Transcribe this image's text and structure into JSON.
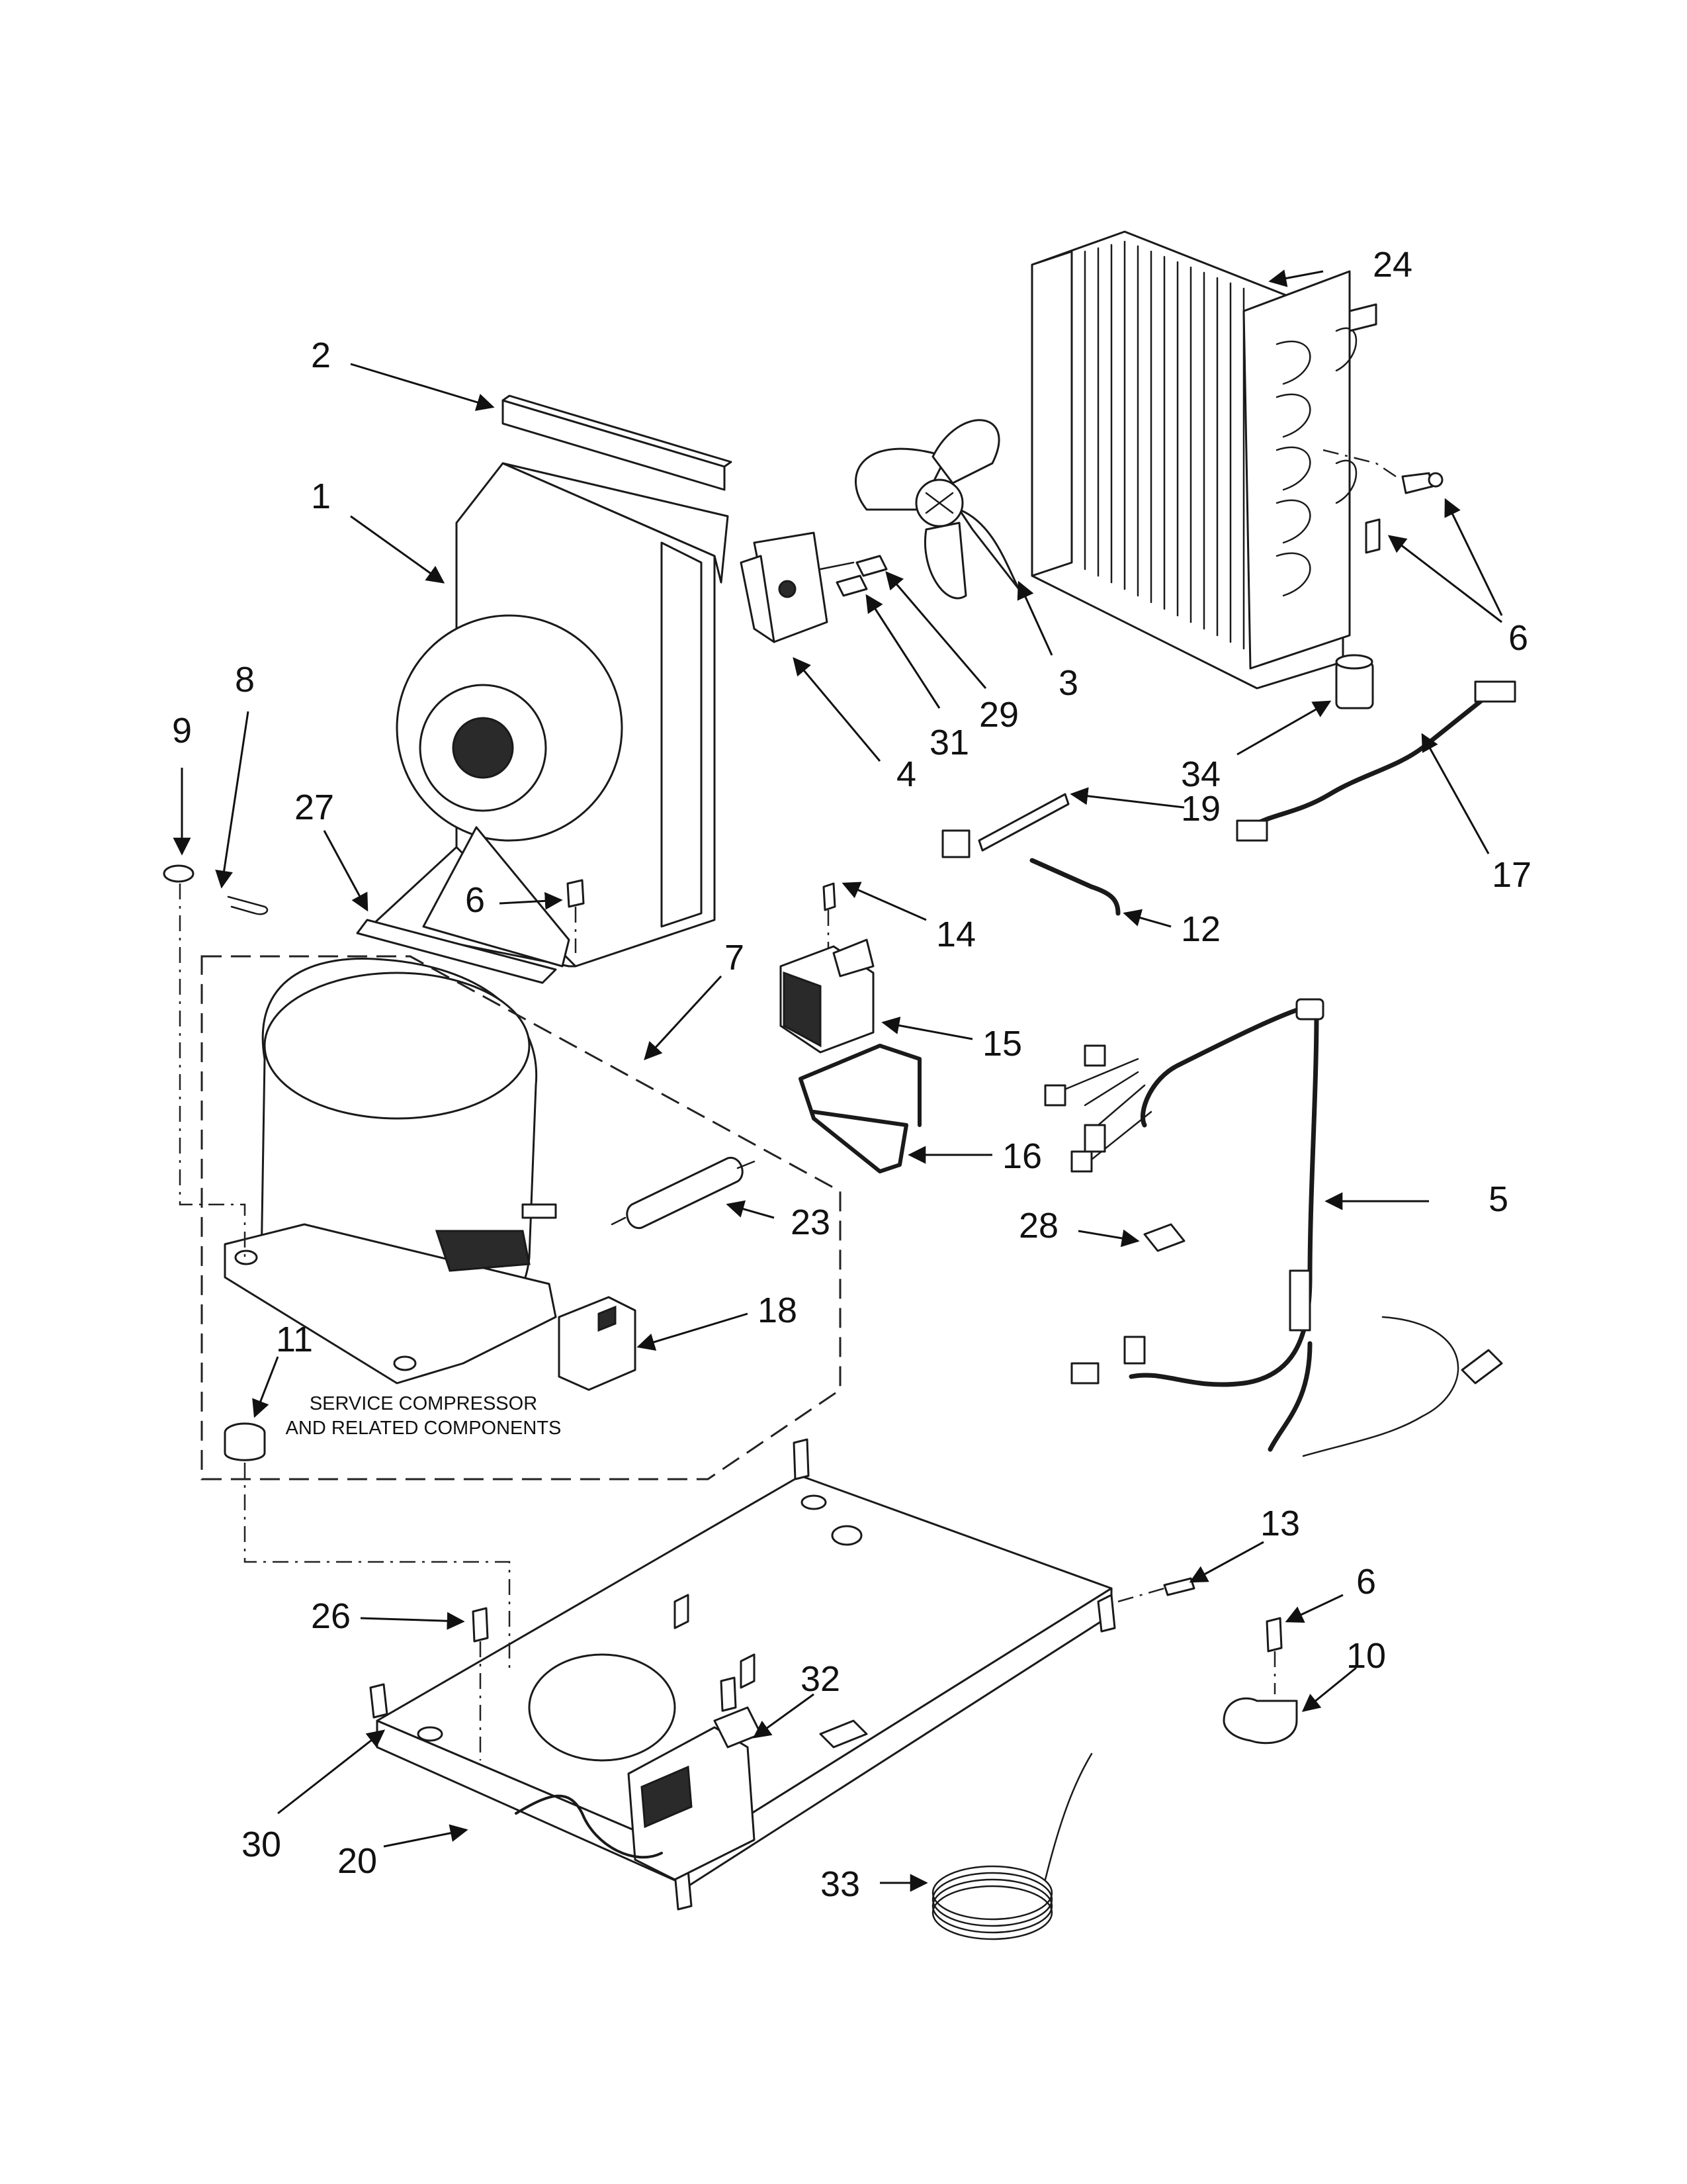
{
  "diagram": {
    "callouts": [
      "1",
      "2",
      "3",
      "4",
      "5",
      "6",
      "7",
      "8",
      "9",
      "10",
      "11",
      "12",
      "13",
      "14",
      "15",
      "16",
      "17",
      "18",
      "19",
      "20",
      "23",
      "24",
      "26",
      "27",
      "28",
      "29",
      "30",
      "31",
      "32",
      "33",
      "34"
    ],
    "note": {
      "line1": "SERVICE COMPRESSOR",
      "line2": "AND RELATED COMPONENTS"
    }
  }
}
